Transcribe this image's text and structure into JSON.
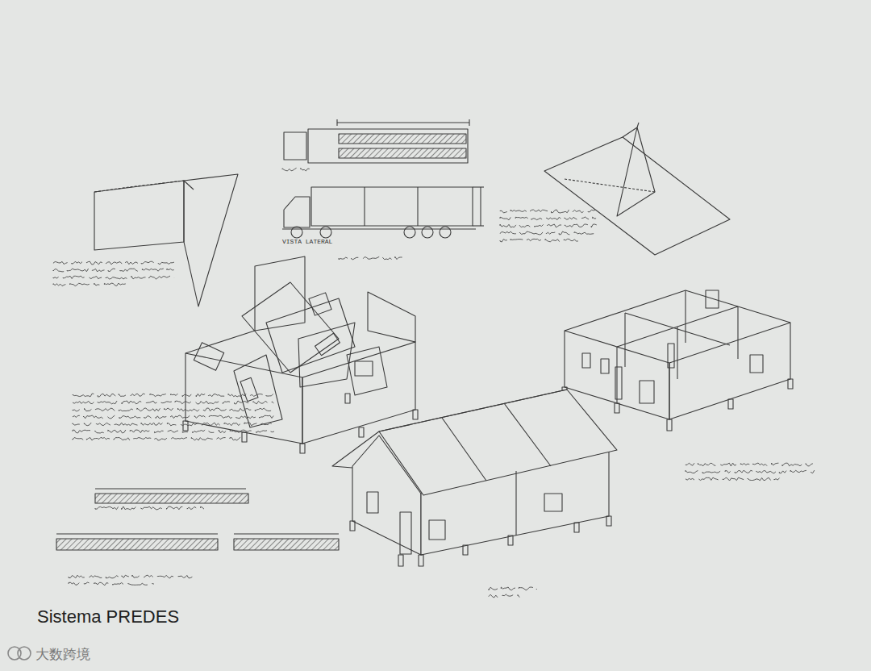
{
  "diagram": {
    "caption": "Sistema PREDES",
    "labels": [
      "VISTA LATERAL",
      "大数跨境"
    ]
  }
}
